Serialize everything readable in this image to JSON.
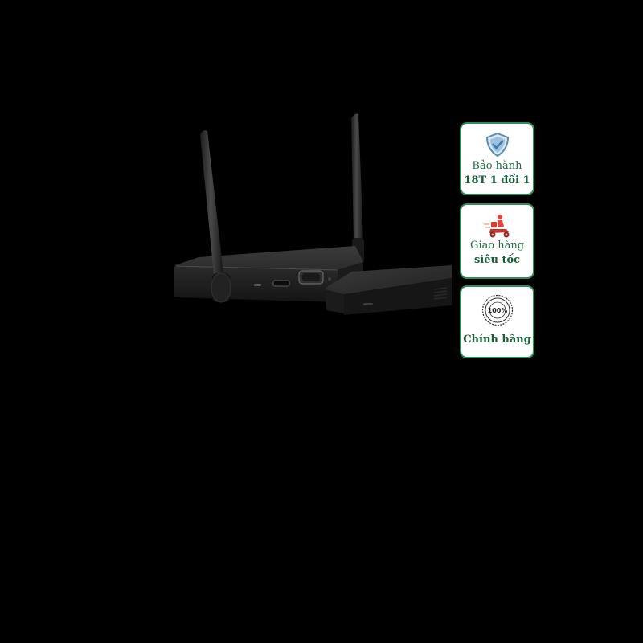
{
  "image": {
    "background_color": "#000000",
    "subject": "wireless HDMI transmitter and receiver"
  },
  "badges": {
    "warranty": {
      "line1": "Bảo hành",
      "line2": "18T 1 đổi 1",
      "icon": "shield-check-icon"
    },
    "delivery": {
      "line1": "Giao hàng",
      "line2": "siêu tốc",
      "icon": "delivery-scooter-icon"
    },
    "genuine": {
      "label": "Chính hãng",
      "seal_text": "100%",
      "icon": "quality-seal-icon"
    }
  },
  "colors": {
    "badge_border": "#2d8f5a",
    "badge_text": "#1f6e43",
    "accent_red": "#e0443c"
  }
}
